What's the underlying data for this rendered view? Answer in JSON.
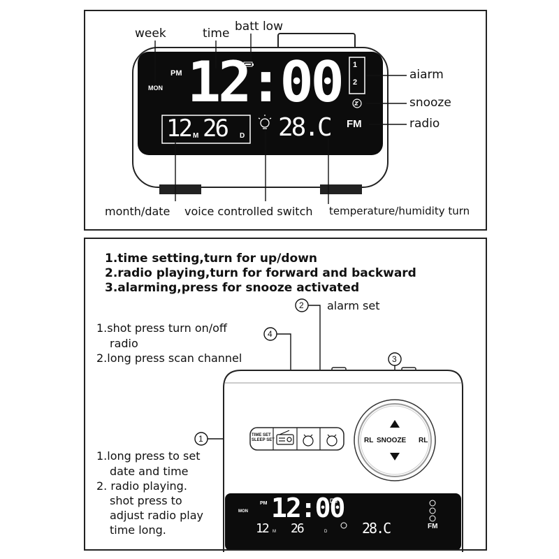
{
  "top_labels": {
    "week": "week",
    "time": "time",
    "batt_low": "batt low",
    "alarm": "aiarm",
    "snooze": "snooze",
    "radio": "radio",
    "month_date": "month/date",
    "voice_switch": "voice controlled  switch",
    "temp_turn": "temperature/humidity turn"
  },
  "display": {
    "pm": "PM",
    "weekday": "MON",
    "time": "12:00",
    "month": "12",
    "month_suffix": "M",
    "date": "26",
    "date_suffix": "D",
    "temperature": "28.C",
    "band": "FM",
    "alarm1": "1",
    "alarm2": "2"
  },
  "instructions": [
    "1.time setting,turn for up/down",
    "2.radio playing,turn for forward and backward",
    "3.alarming,press for snooze activated"
  ],
  "callouts": {
    "c1": "1",
    "c2": "2",
    "c3": "3",
    "c4": "4",
    "alarm_set": "alarm set"
  },
  "notes_top": [
    "1.shot press turn on/off",
    "radio",
    "2.long press scan channel"
  ],
  "notes_bottom": [
    "1.long press to set",
    "date and time",
    "2. radio playing.",
    "shot press to",
    "adjust radio play",
    "time long."
  ],
  "buttons": {
    "time_set": "TIME SET",
    "sleep_set": "SLEEP SET",
    "rl_left": "RL",
    "rl_right": "RL",
    "snooze": "SNOOZE"
  },
  "icons": {
    "battery": "battery-icon",
    "bulb": "lightbulb-icon",
    "alarm": "alarm-clock-icon",
    "snooze": "snooze-icon",
    "radio": "radio-icon"
  }
}
